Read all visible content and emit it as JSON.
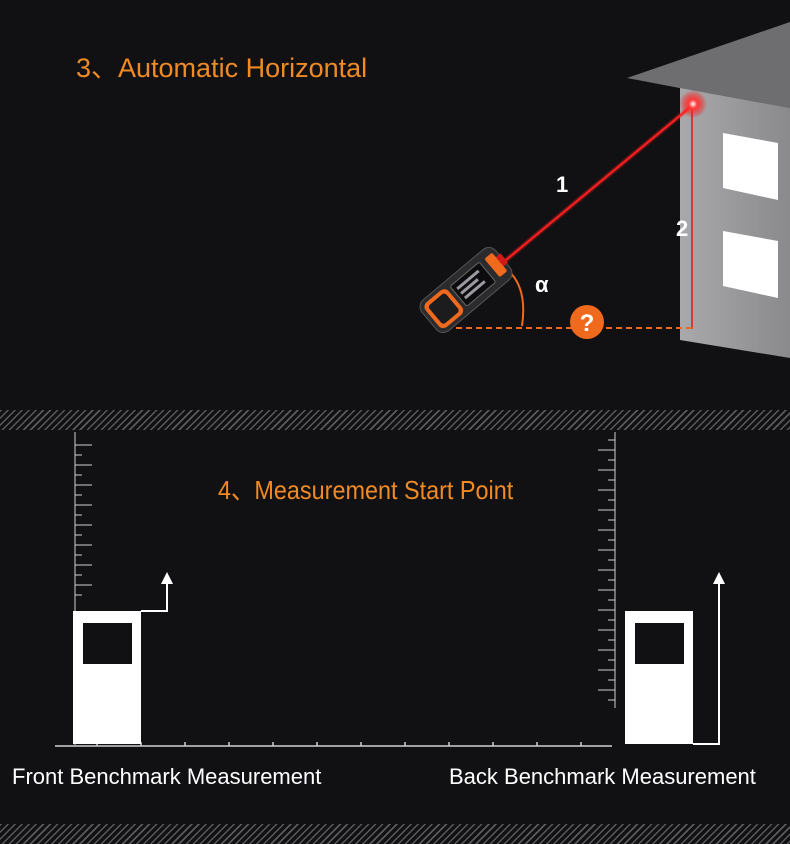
{
  "section3": {
    "title": "3、Automatic Horizontal",
    "labels": {
      "laser_beam": "1",
      "height": "2",
      "angle": "α",
      "unknown": "?"
    }
  },
  "section4": {
    "title": "4、Measurement Start Point",
    "captions": {
      "front": "Front Benchmark Measurement",
      "back": "Back Benchmark Measurement"
    }
  },
  "colors": {
    "background": "#111113",
    "title": "#f08a24",
    "laser": "#e0151c",
    "accent": "#f06a1e"
  }
}
